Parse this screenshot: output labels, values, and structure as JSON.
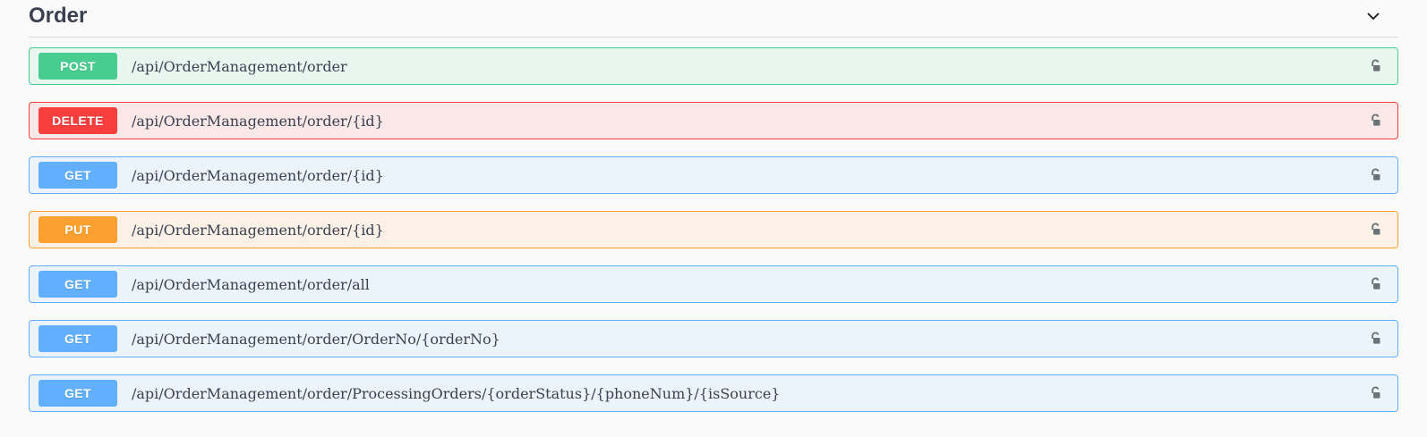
{
  "section": {
    "title": "Order",
    "collapse_icon": "chevron-down-icon",
    "expanded": true
  },
  "colors": {
    "get": "#61affe",
    "post": "#49cc90",
    "put": "#fca130",
    "delete": "#f93e3e",
    "get_row_bg": "#ebf3fb",
    "post_row_bg": "#e8f6f0",
    "put_row_bg": "#fbf1e6",
    "delete_row_bg": "#fae7e7",
    "page_bg": "#fafafa",
    "text": "#3b4151",
    "lock": "#6b7278"
  },
  "operations": [
    {
      "method": "POST",
      "path": "/api/OrderManagement/order",
      "auth_icon": "unlocked-padlock-icon",
      "variant": "post"
    },
    {
      "method": "DELETE",
      "path": "/api/OrderManagement/order/{id}",
      "auth_icon": "unlocked-padlock-icon",
      "variant": "delete"
    },
    {
      "method": "GET",
      "path": "/api/OrderManagement/order/{id}",
      "auth_icon": "unlocked-padlock-icon",
      "variant": "get"
    },
    {
      "method": "PUT",
      "path": "/api/OrderManagement/order/{id}",
      "auth_icon": "unlocked-padlock-icon",
      "variant": "put"
    },
    {
      "method": "GET",
      "path": "/api/OrderManagement/order/all",
      "auth_icon": "unlocked-padlock-icon",
      "variant": "get"
    },
    {
      "method": "GET",
      "path": "/api/OrderManagement/order/OrderNo/{orderNo}",
      "auth_icon": "unlocked-padlock-icon",
      "variant": "get"
    },
    {
      "method": "GET",
      "path": "/api/OrderManagement/order/ProcessingOrders/{orderStatus}/{phoneNum}/{isSource}",
      "auth_icon": "unlocked-padlock-icon",
      "variant": "get"
    }
  ]
}
